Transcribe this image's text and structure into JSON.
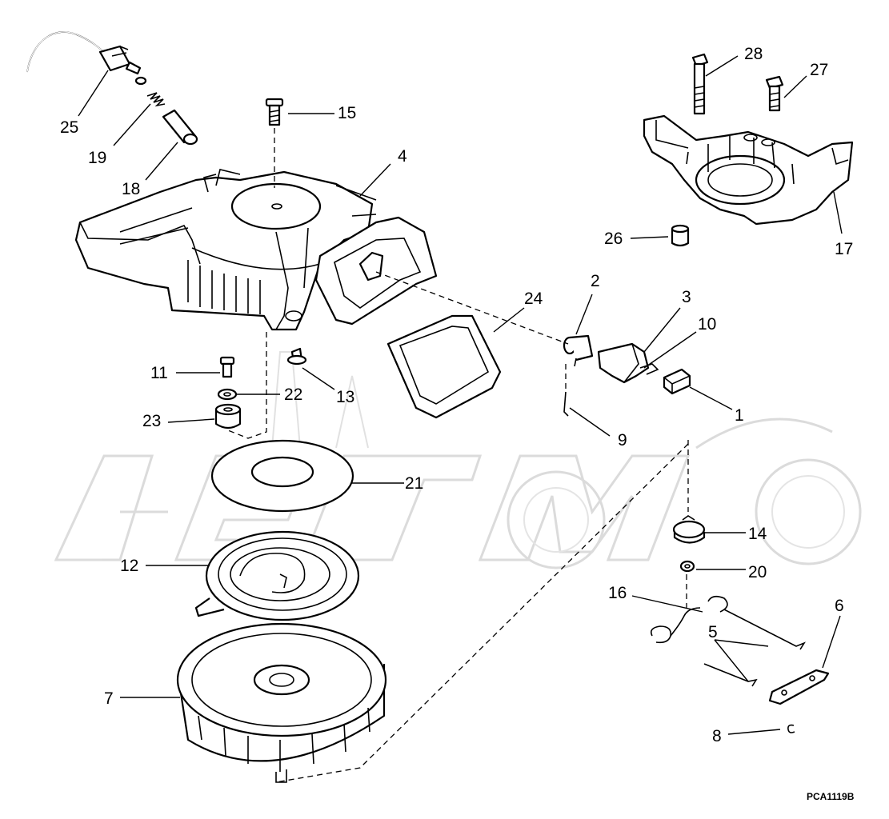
{
  "callouts": [
    {
      "id": "25",
      "text": "25"
    },
    {
      "id": "19",
      "text": "19"
    },
    {
      "id": "18",
      "text": "18"
    },
    {
      "id": "15",
      "text": "15"
    },
    {
      "id": "4",
      "text": "4"
    },
    {
      "id": "28",
      "text": "28"
    },
    {
      "id": "27",
      "text": "27"
    },
    {
      "id": "17",
      "text": "17"
    },
    {
      "id": "26",
      "text": "26"
    },
    {
      "id": "2",
      "text": "2"
    },
    {
      "id": "3",
      "text": "3"
    },
    {
      "id": "10",
      "text": "10"
    },
    {
      "id": "24",
      "text": "24"
    },
    {
      "id": "11",
      "text": "11"
    },
    {
      "id": "22",
      "text": "22"
    },
    {
      "id": "13",
      "text": "13"
    },
    {
      "id": "23",
      "text": "23"
    },
    {
      "id": "1",
      "text": "1"
    },
    {
      "id": "9",
      "text": "9"
    },
    {
      "id": "21",
      "text": "21"
    },
    {
      "id": "14",
      "text": "14"
    },
    {
      "id": "12",
      "text": "12"
    },
    {
      "id": "20",
      "text": "20"
    },
    {
      "id": "16",
      "text": "16"
    },
    {
      "id": "6",
      "text": "6"
    },
    {
      "id": "5",
      "text": "5"
    },
    {
      "id": "7",
      "text": "7"
    },
    {
      "id": "8",
      "text": "8"
    }
  ],
  "diagram_code": "PCA1119B"
}
